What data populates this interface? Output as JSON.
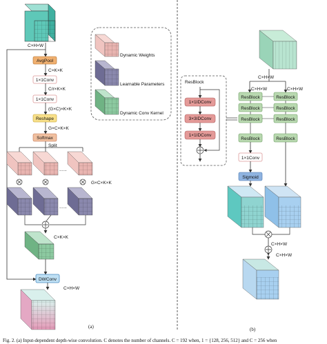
{
  "panel_a": {
    "dims": {
      "top": "C×H×W",
      "ck1": "C×K×K",
      "crkk": "C/r×K×K",
      "gckk1": "(G×C)×K×K",
      "gckk2": "G×C×K×K",
      "split": "Split",
      "gckk_side": "G×C×K×K",
      "ckk_bottom": "C×K×K",
      "chw_bottom": "C×H×W"
    },
    "ops": {
      "avgpool": "AvgPool",
      "conv1": "1×1Conv",
      "conv2": "1×1Conv",
      "reshape": "Reshape",
      "softmax": "Softmax",
      "dwconv": "DWConv"
    },
    "ellipsis": "......",
    "label": "(a)"
  },
  "legend": {
    "dynamic_weights": "Dynamic Weights",
    "learnable_params": "Learnable Parameters",
    "dynamic_kernel": "Dynamic Conv Kernel"
  },
  "resblock_detail": {
    "title": "ResBlock",
    "conv1": "1×1IDConv",
    "conv2": "3×3IDConv",
    "conv3": "1×1IDConv"
  },
  "panel_b": {
    "dims": {
      "top": "C×H×W",
      "left": "C×H×W",
      "right": "C×H×W",
      "mid": "C×H×W",
      "bottom": "C×H×W"
    },
    "resblock_label": "ResBlock",
    "conv": "1×1Conv",
    "sigmoid": "Sigmoid",
    "label": "(b)"
  },
  "caption": "Fig. 2. (a) Input-dependent depth-wise convolution. C denotes the number of channels. C = 192 when, 1 = {128, 256, 512} and C = 256 when",
  "colors": {
    "teal": "#5ec8b8",
    "pink": "#e8b4b0",
    "purple": "#8a88ad",
    "green": "#8cc9a0",
    "blue": "#8fc0e8",
    "orange": "#f0b070",
    "yellow": "#f8e08a",
    "lightpink": "#f4c8c4",
    "darkpink": "#e49a98",
    "greenbox": "#b9d9b0",
    "bluebox": "#8fb3e0"
  }
}
